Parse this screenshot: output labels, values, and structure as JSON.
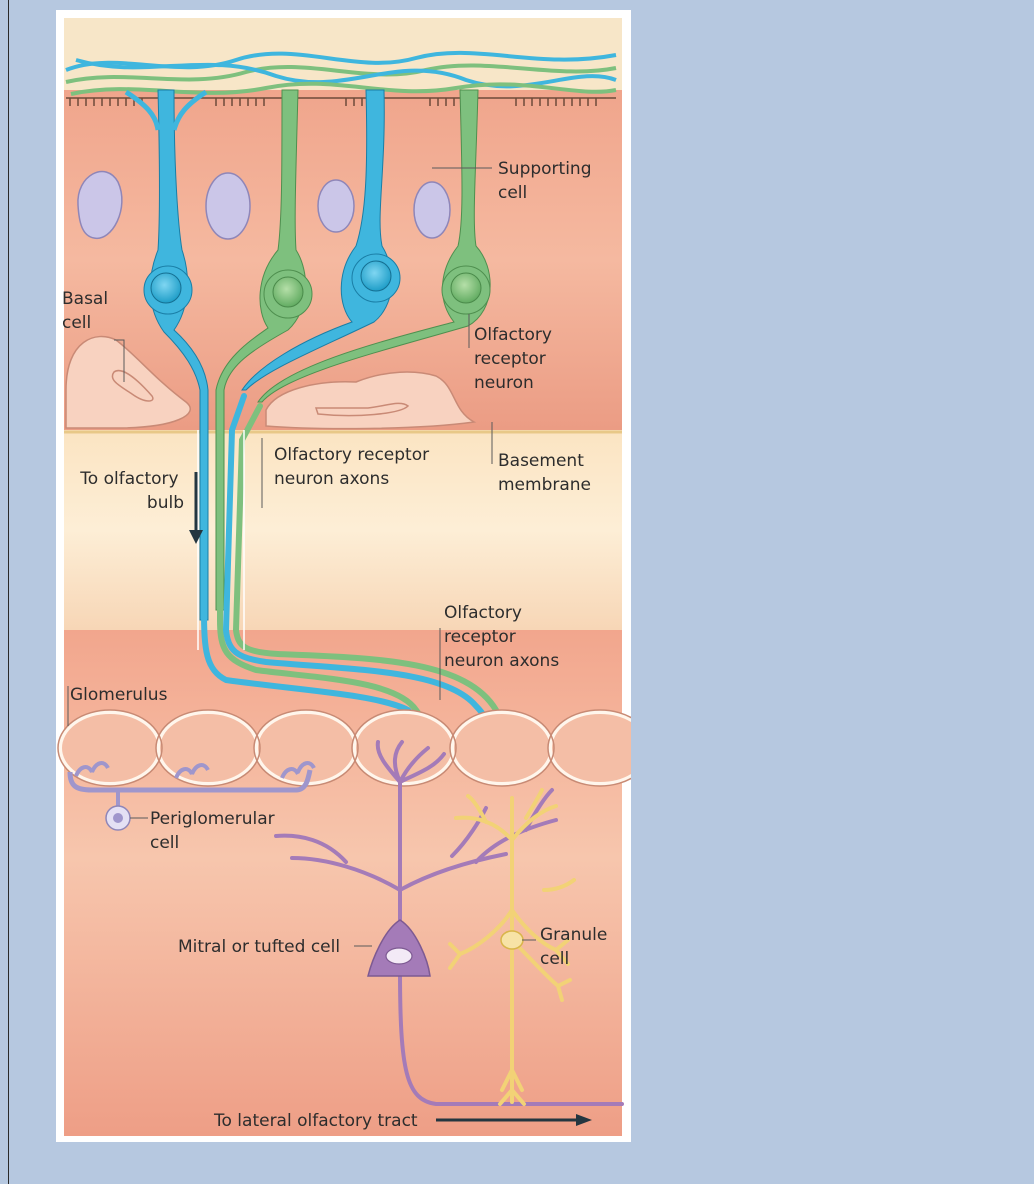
{
  "figure": {
    "labels": {
      "supporting_cell": [
        "Supporting",
        "cell"
      ],
      "basal_cell": [
        "Basal",
        "cell"
      ],
      "olfactory_receptor_neuron": [
        "Olfactory",
        "receptor",
        "neuron"
      ],
      "receptor_axons_upper": [
        "Olfactory receptor",
        "neuron axons"
      ],
      "basement_membrane": [
        "Basement",
        "membrane"
      ],
      "to_olfactory_bulb": [
        "To olfactory",
        "bulb"
      ],
      "receptor_axons_lower": [
        "Olfactory",
        "receptor",
        "neuron axons"
      ],
      "glomerulus": "Glomerulus",
      "periglomerular_cell": [
        "Periglomerular",
        "cell"
      ],
      "mitral_or_tufted_cell": "Mitral or tufted cell",
      "granule_cell": [
        "Granule",
        "cell"
      ],
      "to_lateral_olfactory_tract": "To lateral olfactory tract"
    },
    "colors": {
      "page_background": "#b6c8e0",
      "mucus": "#f6e3c4",
      "epithelium": "#ec9c84",
      "lamina_propria": "#fbe8c8",
      "bulb_tissue": "#ef9f86",
      "glomerulus": "#f3b8a0",
      "blue_neuron": "#3fb6de",
      "green_neuron": "#7ec07e",
      "supporting_nucleus": "#c9c4e6",
      "mitral_cell": "#a47bb8",
      "granule_cell": "#f2d276",
      "periglomerular_cell": "#bfb6dc"
    }
  }
}
